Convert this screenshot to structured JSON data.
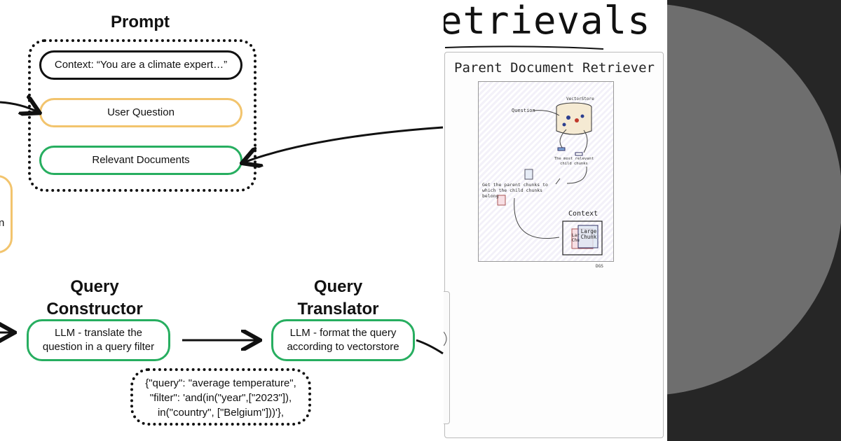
{
  "prompt": {
    "title": "Prompt",
    "context": "Context: “You are a climate expert…”",
    "user_question": "User Question",
    "relevant_documents": "Relevant Documents"
  },
  "left_partial_label": "n",
  "query_constructor": {
    "title_line1": "Query",
    "title_line2": "Constructor",
    "line1": "LLM - translate the",
    "line2": "question in a query filter"
  },
  "query_translator": {
    "title_line1": "Query",
    "title_line2": "Translator",
    "line1": "LLM - format the query",
    "line2": "according to vectorstore"
  },
  "query_json": {
    "line1": "{\"query\": \"average temperature\",",
    "line2": "\"filter\": 'and(in(\"year\",[\"2023\"]),",
    "line3": "in(\"country\", [\"Belgium\"]))'},"
  },
  "retrievals_title": "etrievals",
  "parent_doc": {
    "title": "Parent Document Retriever",
    "vectorstore": "VectorStore",
    "question": "Question",
    "most_relevant": "The most relevant child chunks",
    "get_parent": "Get the parent chunks to which the child chunks belong",
    "context": "Context",
    "large_chunk": "Large Chunk",
    "small_label": "Lar Chu",
    "signature": "DGS"
  },
  "colors": {
    "black": "#111111",
    "user_question_border": "#f2c46d",
    "relevant_docs_border": "#27ae60",
    "dark_bg": "#262626",
    "circle": "#6e6e6e"
  }
}
